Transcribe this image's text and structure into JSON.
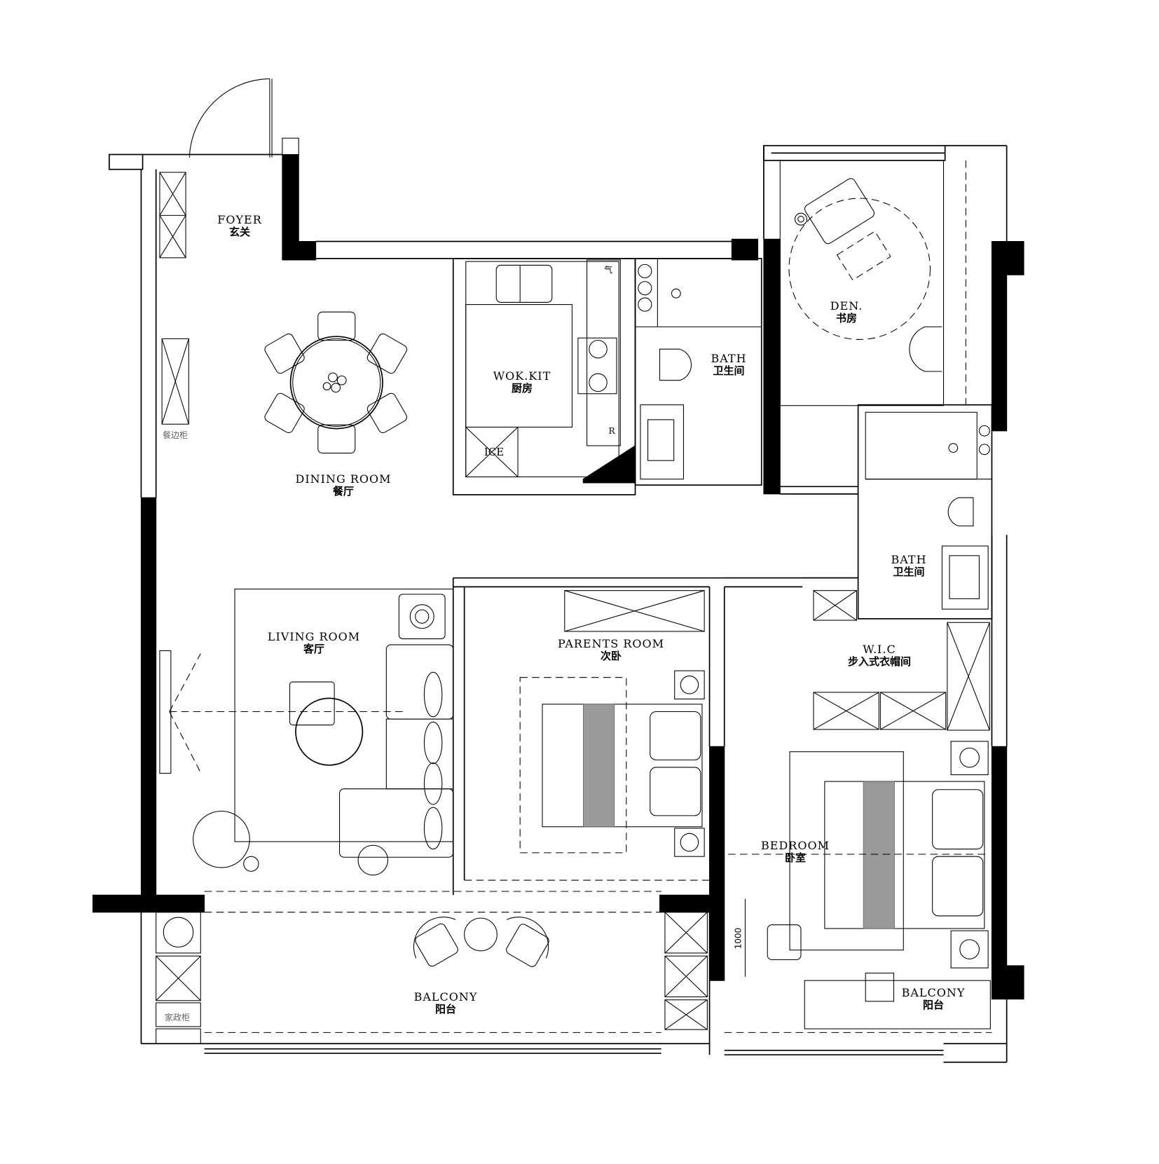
{
  "plan": {
    "rooms": [
      {
        "id": "foyer",
        "en": "FOYER",
        "zh": "玄关"
      },
      {
        "id": "dining",
        "en": "DINING  ROOM",
        "zh": "餐厅"
      },
      {
        "id": "kitchen",
        "en": "WOK.KIT",
        "zh": "厨房"
      },
      {
        "id": "bath1",
        "en": "BATH",
        "zh": "卫生间"
      },
      {
        "id": "den",
        "en": "DEN.",
        "zh": "书房"
      },
      {
        "id": "bath2",
        "en": "BATH",
        "zh": "卫生间"
      },
      {
        "id": "living",
        "en": "LIVING  ROOM",
        "zh": "客厅"
      },
      {
        "id": "parents",
        "en": "PARENTS  ROOM",
        "zh": "次卧"
      },
      {
        "id": "wic",
        "en": "W.I.C",
        "zh": "步入式衣帽间"
      },
      {
        "id": "bedroom",
        "en": "BEDROOM",
        "zh": "卧室"
      },
      {
        "id": "balcony1",
        "en": "BALCONY",
        "zh": "阳台"
      },
      {
        "id": "balcony2",
        "en": "BALCONY",
        "zh": "阳台"
      }
    ],
    "annotations": {
      "sideboard": "餐边柜",
      "utility_cabinet": "家政柜",
      "fridge_mark": "ICE",
      "gas_mark": "气",
      "range_mark": "R",
      "dimension": "1000"
    }
  }
}
